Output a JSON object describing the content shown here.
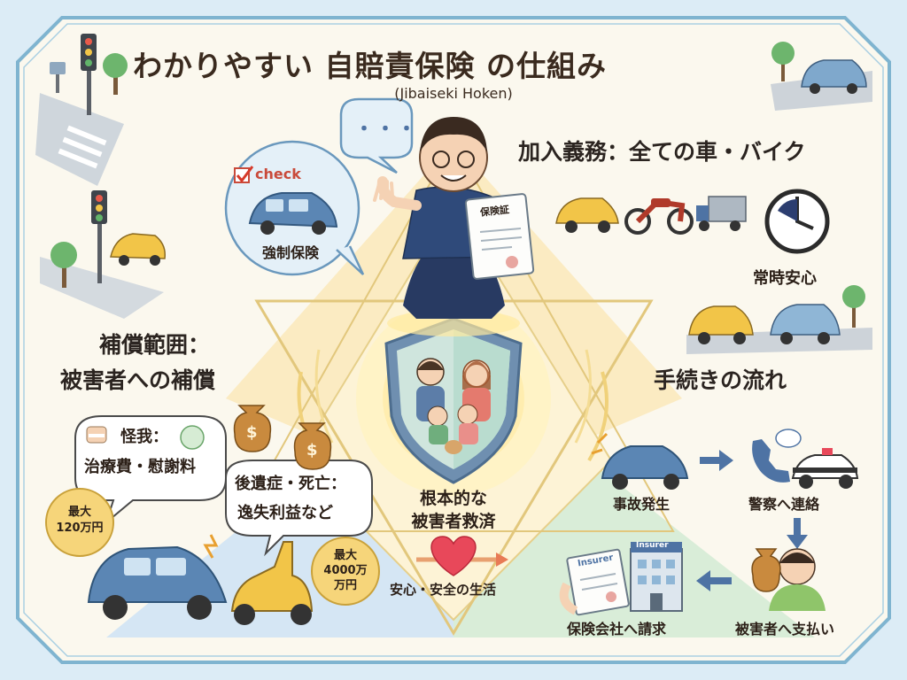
{
  "title": "わかりやすい 自賠責保険 の仕組み",
  "subtitle": "(Jibaiseki Hoken)",
  "top": {
    "bubble_check": "check",
    "bubble_label": "強制保険",
    "speech_dots": "・・・",
    "certificate": "保険証",
    "duty_heading": "加入義務：全ての車・バイク",
    "always_safe": "常時安心"
  },
  "left": {
    "heading_line1": "補償範囲：",
    "heading_line2": "被害者への補償",
    "injury_title": "怪我：",
    "injury_detail": "治療費・慰謝料",
    "injury_limit_line1": "最大",
    "injury_limit_line2": "120万円",
    "death_line1": "後遺症・死亡：",
    "death_line2": "逸失利益など",
    "death_limit_line1": "最大",
    "death_limit_line2": "4000万",
    "death_limit_line3": "万円",
    "money_symbol": "$"
  },
  "center": {
    "relief_line1": "根本的な",
    "relief_line2": "被害者救済",
    "safe_life": "安心・安全の生活"
  },
  "right": {
    "heading": "手続きの流れ",
    "step_accident": "事故発生",
    "step_police": "警察へ連絡",
    "step_payment": "被害者へ支払い",
    "step_claim": "保険会社へ請求",
    "insurer_doc": "Insurer",
    "insurer_building": "Insurer"
  },
  "colors": {
    "background": "#dcecf6",
    "top_triangle": "#fbe7b7",
    "left_triangle": "#d6e6f2",
    "right_triangle": "#d8ecd8",
    "heart": "#e8485a",
    "money_bag": "#c98a3e",
    "car_blue": "#5b86b4",
    "car_yellow": "#f2c548"
  }
}
